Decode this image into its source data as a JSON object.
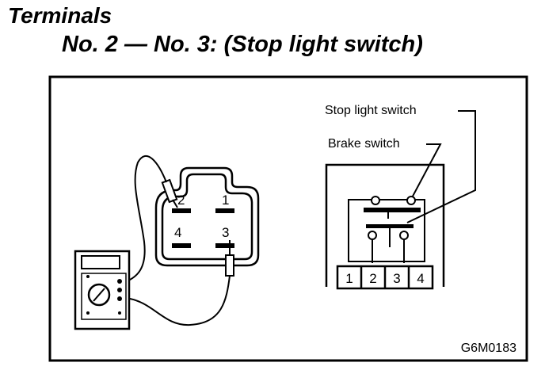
{
  "heading": {
    "title": "Terminals",
    "subtitle": "No. 2 — No. 3: (Stop light switch)"
  },
  "connector": {
    "pins": [
      "2",
      "1",
      "4",
      "3"
    ]
  },
  "switch_panel": {
    "stop_light_label": "Stop light switch",
    "brake_label": "Brake switch",
    "terminals": [
      "1",
      "2",
      "3",
      "4"
    ]
  },
  "figure_code": "G6M0183"
}
